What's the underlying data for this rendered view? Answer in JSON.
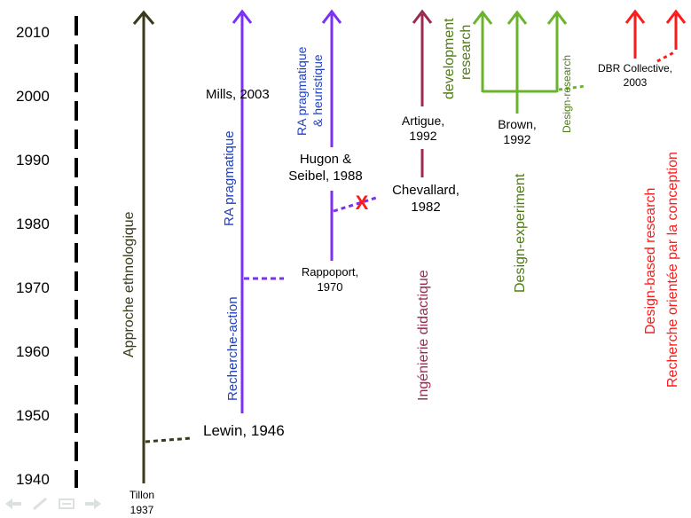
{
  "years": [
    "2010",
    "2000",
    "1990",
    "1980",
    "1970",
    "1960",
    "1950",
    "1940"
  ],
  "colors": {
    "olive": "#3a3a1a",
    "purple": "#7b2ff7",
    "blue_text": "#1f3fbf",
    "maroon": "#9b2a4e",
    "green": "#6ab42d",
    "green_text": "#4f7a18",
    "red": "#ff1a1a"
  },
  "labels": {
    "tillon": [
      "Tillon",
      "1937"
    ],
    "lewin": "Lewin, 1946",
    "approche": "Approche ethnologique",
    "mills": "Mills, 2003",
    "ra_pragmatique": "RA pragmatique",
    "recherche_action": "Recherche-action",
    "rappoport": [
      "Rappoport,",
      "1970"
    ],
    "ra_heuristique": [
      "RA pragmatique",
      "& heuristique"
    ],
    "hugon": [
      "Hugon &",
      "Seibel, 1988"
    ],
    "chevallard": [
      "Chevallard,",
      "1982"
    ],
    "artigue": [
      "Artigue,",
      "1992"
    ],
    "ingenierie": "Ingénierie didactique",
    "development_research": [
      "development",
      "research"
    ],
    "brown": [
      "Brown,",
      "1992"
    ],
    "design_experiment": "Design-experiment",
    "design_research": "Design-research",
    "dbr_collective": [
      "DBR Collective,",
      "2003"
    ],
    "design_based": "Design-based research",
    "recherche_orientee": "Recherche orientée par la conception"
  },
  "cross_mark": "X",
  "nav_icons": [
    "back-arrow-icon",
    "pen-icon",
    "menu-icon",
    "forward-arrow-icon"
  ]
}
